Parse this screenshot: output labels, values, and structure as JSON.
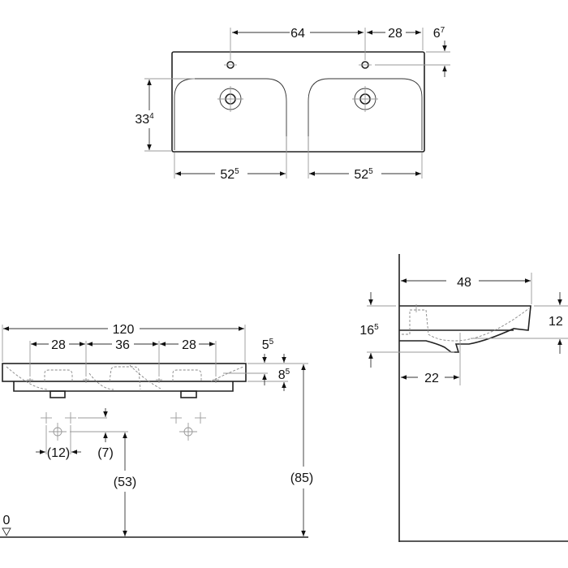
{
  "top_view": {
    "dim_tap_spacing": "64",
    "dim_tap_to_edge": "28",
    "dim_tap_depth_main": "6",
    "dim_tap_depth_sup": "7",
    "dim_basin_depth_main": "33",
    "dim_basin_depth_sup": "4",
    "dim_basin_left_main": "52",
    "dim_basin_left_sup": "5",
    "dim_basin_right_main": "52",
    "dim_basin_right_sup": "5"
  },
  "front_view": {
    "dim_total_width": "120",
    "dim_left_28": "28",
    "dim_mid_36": "36",
    "dim_right_28": "28",
    "dim_top_main": "5",
    "dim_top_sup": "5",
    "dim_thickness_main": "8",
    "dim_thickness_sup": "5",
    "dim_supply_spacing": "(12)",
    "dim_supply_offset": "(7)",
    "dim_supply_height": "(53)",
    "dim_rim_height": "(85)",
    "floor_level": "0"
  },
  "side_view": {
    "dim_projection": "48",
    "dim_height_main": "16",
    "dim_height_sup": "5",
    "dim_rim": "12",
    "dim_drain_offset": "22"
  }
}
